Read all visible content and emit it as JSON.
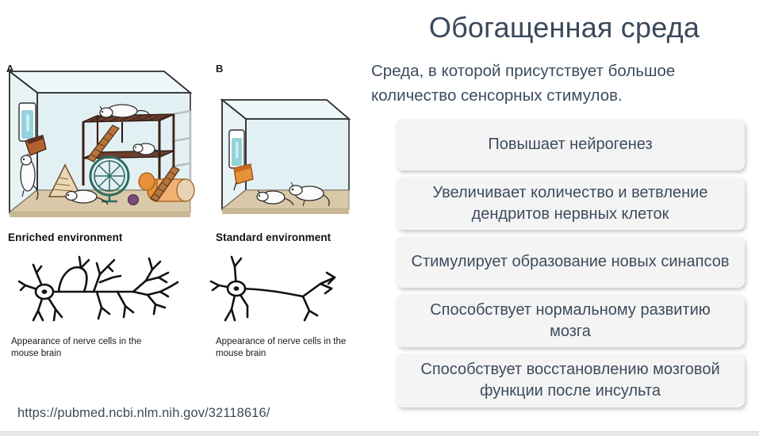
{
  "slide": {
    "title": "Обогащенная среда",
    "subtitle": "Среда, в которой присутствует большое количество сенсорных стимулов.",
    "source_url": "https://pubmed.ncbi.nlm.nih.gov/32118616/"
  },
  "figure": {
    "panel_a_letter": "A",
    "panel_b_letter": "B",
    "enriched_label": "Enriched environment",
    "standard_label": "Standard environment",
    "caption_a": "Appearance of nerve cells in the mouse brain",
    "caption_b": "Appearance of nerve cells in the mouse brain"
  },
  "cards": [
    {
      "text": "Повышает нейрогенез"
    },
    {
      "text": "Увеличивает количество и ветвление дендритов нервных клеток"
    },
    {
      "text": "Стимулирует образование новых синапсов"
    },
    {
      "text": "Способствует нормальному развитию мозга"
    },
    {
      "text": "Способствует восстановлению мозговой функции после инсульта"
    }
  ],
  "colors": {
    "title": "#39495a",
    "body_text": "#3d4c5d",
    "card_background": "#f4f4f4",
    "page_background": "#ffffff",
    "cage_glass": "#dfeef2",
    "bedding": "#d9c9a8",
    "platform_brown": "#6b3f2e",
    "tube_orange": "#e8913c",
    "water_blue": "#8fd0d8",
    "ball_purple": "#7a4a7a"
  }
}
